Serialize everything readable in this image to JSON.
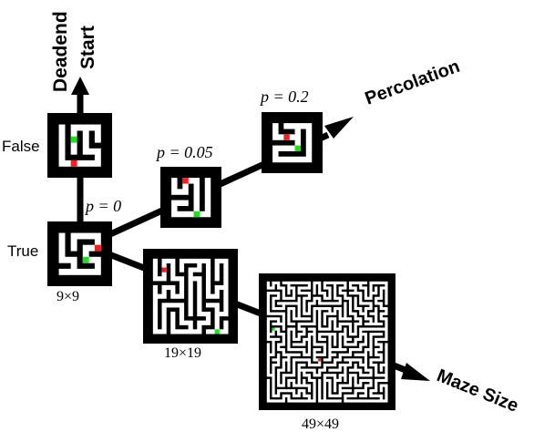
{
  "labels": {
    "deadend_axis": "Deadend",
    "start_axis": "Start",
    "percolation_axis": "Percolation",
    "maze_size_axis": "Maze Size",
    "false_label": "False",
    "true_label": "True",
    "p0": "p = 0",
    "p005": "p = 0.05",
    "p02": "p = 0.2",
    "size9": "9×9",
    "size19": "19×19",
    "size49": "49×49"
  },
  "mazes": [
    {
      "id": "deadend-false",
      "size": 9,
      "start": "green",
      "goal": "red"
    },
    {
      "id": "base-true",
      "size": 9,
      "start": "green",
      "goal": "red"
    },
    {
      "id": "perc-005",
      "size": 9,
      "start": "green",
      "goal": "red"
    },
    {
      "id": "perc-02",
      "size": 9,
      "start": "green",
      "goal": "red"
    },
    {
      "id": "size-19",
      "size": 19,
      "start": "green",
      "goal": "red"
    },
    {
      "id": "size-49",
      "size": 49,
      "start": "green",
      "goal": "red"
    }
  ],
  "colors": {
    "wall": "#000000",
    "path": "#ffffff",
    "start": "#22dd22",
    "goal": "#ee2222",
    "arrow": "#000000"
  }
}
